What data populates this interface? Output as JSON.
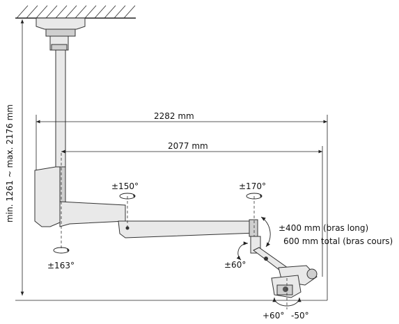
{
  "dimensions": {
    "height": "min. 1261 ~ max. 2176 mm",
    "reach_total": "2282 mm",
    "reach_arm": "2077 mm",
    "arm_long": "±400 mm (bras long)",
    "arm_short": "600 mm total (bras cours)"
  },
  "rotations": {
    "base": "±163°",
    "joint_1": "±150°",
    "joint_2": "±170°",
    "tilt": "±60°",
    "head_left": "+60°",
    "head_right": "-50°"
  }
}
